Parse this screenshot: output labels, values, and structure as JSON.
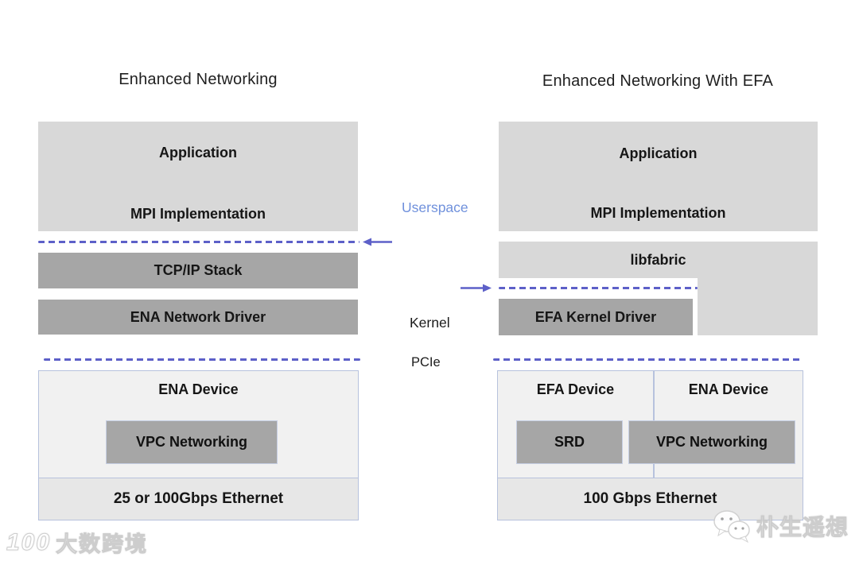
{
  "left": {
    "title": "Enhanced Networking",
    "layers": {
      "application": "Application",
      "mpi": "MPI Implementation",
      "tcpip": "TCP/IP Stack",
      "ena_driver": "ENA Network Driver"
    },
    "device": {
      "name": "ENA Device",
      "vpc": "VPC Networking",
      "ethernet": "25 or 100Gbps Ethernet"
    }
  },
  "middle": {
    "userspace": "Userspace",
    "kernel": "Kernel",
    "pcie": "PCIe"
  },
  "right": {
    "title": "Enhanced Networking With EFA",
    "layers": {
      "application": "Application",
      "mpi": "MPI Implementation",
      "libfabric": "libfabric",
      "efa_driver": "EFA Kernel Driver"
    },
    "device": {
      "efa_name": "EFA Device",
      "ena_name": "ENA Device",
      "srd": "SRD",
      "vpc": "VPC Networking",
      "ethernet": "100 Gbps Ethernet"
    }
  },
  "watermarks": {
    "bottom_left_logo": "100",
    "bottom_left_text": "大数跨境",
    "bottom_right_text": "朴生遥想"
  },
  "colors": {
    "light_box": "#d8d8d8",
    "dark_box": "#a6a6a6",
    "container_bg": "#f1f1f1",
    "ethernet_bg": "#e7e7e7",
    "container_border": "#b7c2dd",
    "dash_arrow": "#5d60c8",
    "userspace_label": "#7091dc"
  }
}
